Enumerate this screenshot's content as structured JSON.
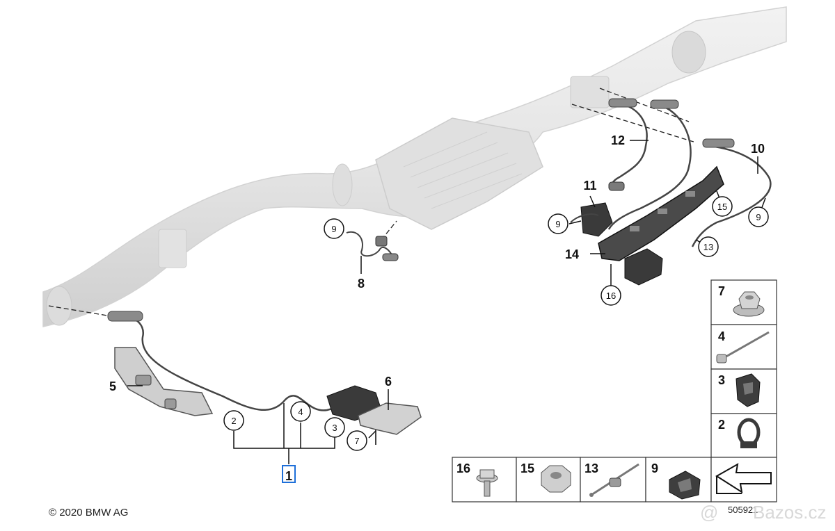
{
  "callouts": {
    "n1": "1",
    "n2": "2",
    "n3": "3",
    "n4": "4",
    "n5": "5",
    "n6": "6",
    "n7": "7",
    "n8": "8",
    "n9": "9",
    "n10": "10",
    "n11": "11",
    "n12": "12",
    "n13": "13",
    "n14": "14",
    "n15": "15",
    "n16": "16"
  },
  "legend": {
    "l7": "7",
    "l4": "4",
    "l3": "3",
    "l2": "2",
    "l16": "16",
    "l15": "15",
    "l13": "13",
    "l9": "9"
  },
  "footer": {
    "copyright": "© 2020 BMW AG",
    "image_id": "505921",
    "watermark": "Bazos.cz"
  },
  "colors": {
    "exhaust": "#e6e6e6",
    "selection": "#1e6fd9"
  }
}
